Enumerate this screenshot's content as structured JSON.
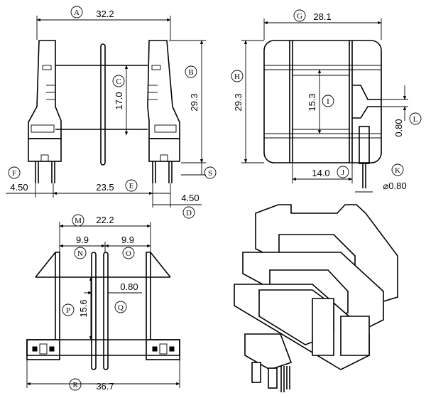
{
  "dims": {
    "A": "32.2",
    "B": "29.3",
    "C": "17.0",
    "D": "4.50",
    "E": "23.5",
    "F": "4.50",
    "G": "28.1",
    "H": "29.3",
    "I": "15.3",
    "J": "14.0",
    "K": "⌀0.80",
    "L": "0.80",
    "M": "22.2",
    "N": "9.9",
    "O": "9.9",
    "P": "15.6",
    "Q": "0.80",
    "R": "36.7"
  },
  "markers": [
    "A",
    "B",
    "C",
    "D",
    "E",
    "F",
    "G",
    "H",
    "I",
    "J",
    "K",
    "L",
    "M",
    "N",
    "O",
    "P",
    "Q",
    "R",
    "S"
  ]
}
